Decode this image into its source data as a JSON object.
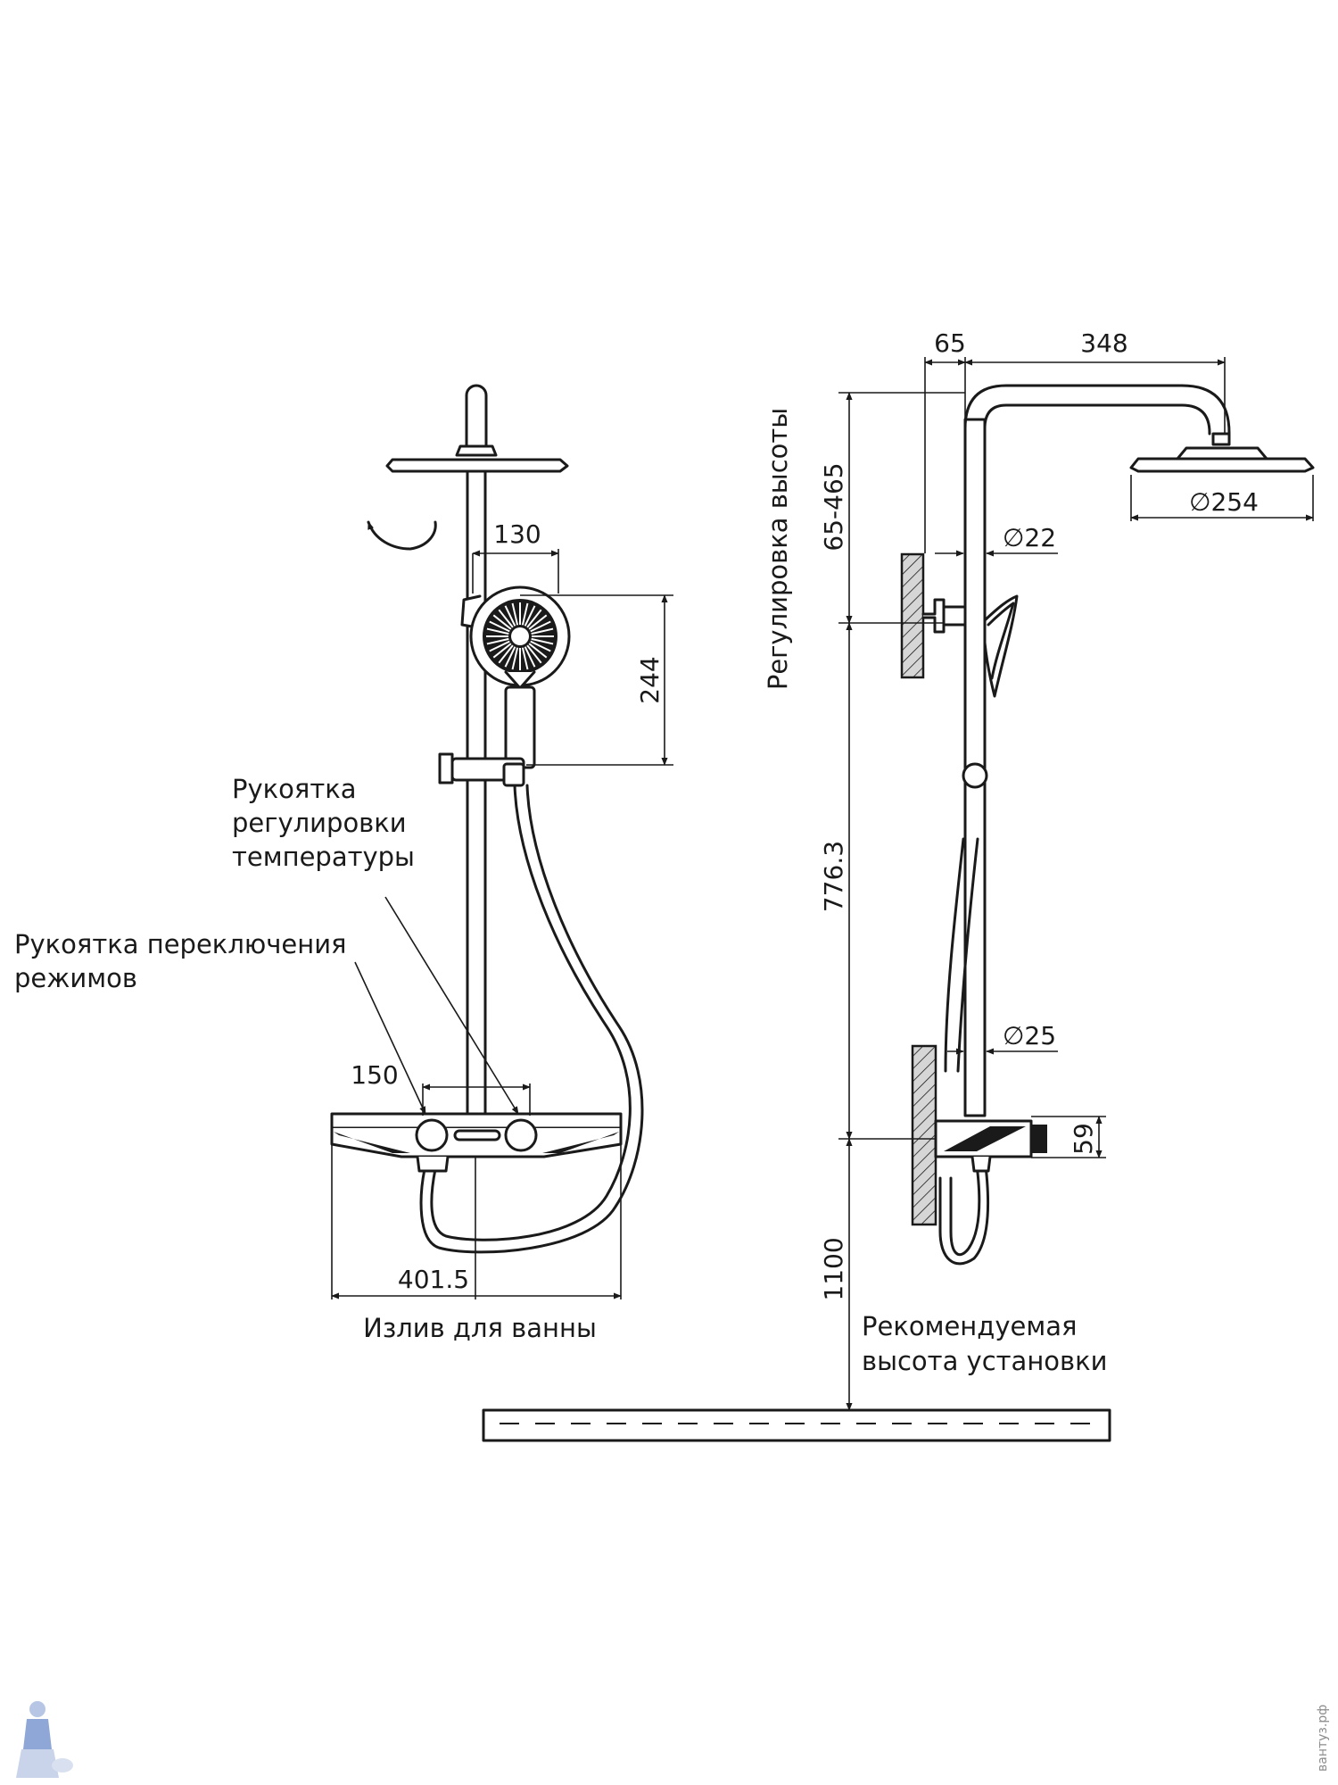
{
  "labels": {
    "temp_handle_lines": [
      "Рукоятка",
      "регулировки",
      "температуры"
    ],
    "mode_handle_lines": [
      "Рукоятка переключения",
      "режимов"
    ],
    "spout": "Излив для ванны",
    "height_adjust": "Регулировка высоты",
    "recommended_lines": [
      "Рекомендуемая",
      "высота установки"
    ]
  },
  "dimensions": {
    "handshower_width": "130",
    "handshower_height": "244",
    "handle_spacing": "150",
    "mixer_width": "401.5",
    "wall_offset": "65",
    "arm_reach": "348",
    "head_diameter": "∅254",
    "pipe_top_diameter": "∅22",
    "pipe_bottom_diameter": "∅25",
    "mixer_height": "59",
    "adjust_range": "65-465",
    "rail_length": "776.3",
    "install_height": "1100"
  },
  "watermark": "вантуз.рф",
  "colors": {
    "line": "#1a1a1a",
    "hatch": "#d6d6d6",
    "watermark": "#8c8c8c"
  },
  "icons": {
    "rotation": "rotate-arrow-icon",
    "logo": "plumber-logo-icon"
  }
}
